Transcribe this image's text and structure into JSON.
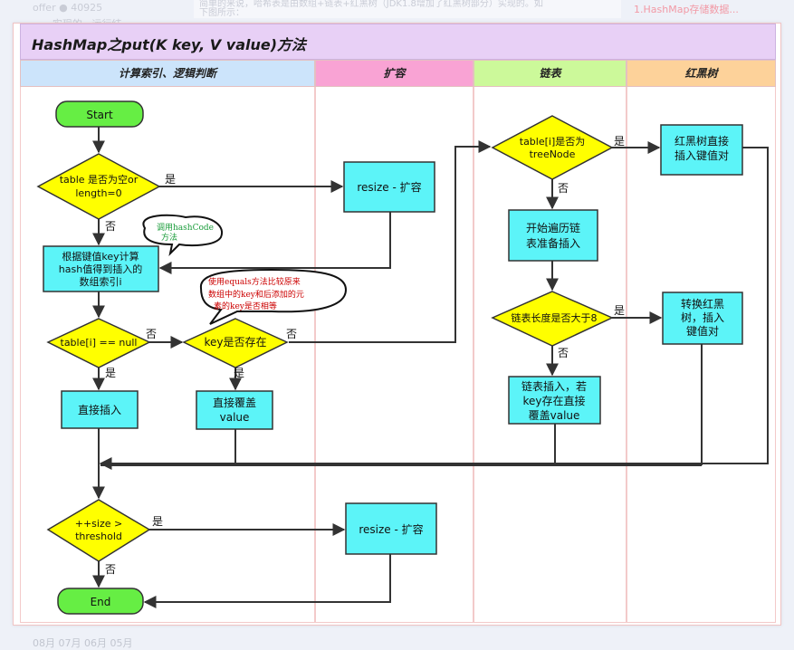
{
  "title": "HashMap之put(K key, V value)方法",
  "lanes": [
    {
      "label": "计算索引、逻辑判断"
    },
    {
      "label": "扩容"
    },
    {
      "label": "链表"
    },
    {
      "label": "红黑树"
    }
  ],
  "nodes": {
    "start": "Start",
    "table_empty": [
      "table 是否为空or",
      "length=0"
    ],
    "resize1": "resize - 扩容",
    "calc_index": [
      "根据键值key计算",
      "hash值得到插入的",
      "数组索引i"
    ],
    "is_null": "table[i] == null",
    "key_exists": "key是否存在",
    "insert_direct": "直接插入",
    "overwrite": [
      "直接覆盖",
      "value"
    ],
    "is_treenode": [
      "table[i]是否为",
      "treeNode"
    ],
    "rbt_insert": [
      "红黑树直接",
      "插入键值对"
    ],
    "traverse": [
      "开始遍历链",
      "表准备插入"
    ],
    "length_gt8": "链表长度是否大于8",
    "convert_rbt": [
      "转换红黑",
      "树，插入",
      "键值对"
    ],
    "list_insert": [
      "链表插入，若",
      "key存在直接",
      "覆盖value"
    ],
    "size_check": [
      "++size >",
      "threshold"
    ],
    "resize2": "resize - 扩容",
    "end": "End"
  },
  "edge_labels": {
    "yes": "是",
    "no": "否"
  },
  "notes": {
    "hashcode": [
      "调用hashCode",
      "方法"
    ],
    "equals": [
      "使用equals方法比较原来",
      "数组中的key和后添加的元",
      "素的key是否相等"
    ]
  },
  "background": {
    "left": [
      "offer  ● 40925",
      "  ~~  实现的.. 运行结"
    ],
    "mid": [
      "简单的来说，哈希表是由数组+链表+红黑树（JDK1.8增加了红黑树部分）实现的。如",
      "下图所示："
    ],
    "right": "1.HashMap存储数据...",
    "bottom": "08月   07月   06月   05月"
  },
  "colors": {
    "start_end": "#66ee44",
    "decision": "#ffff00",
    "process": "#5cf4f8",
    "stroke": "#333333"
  }
}
